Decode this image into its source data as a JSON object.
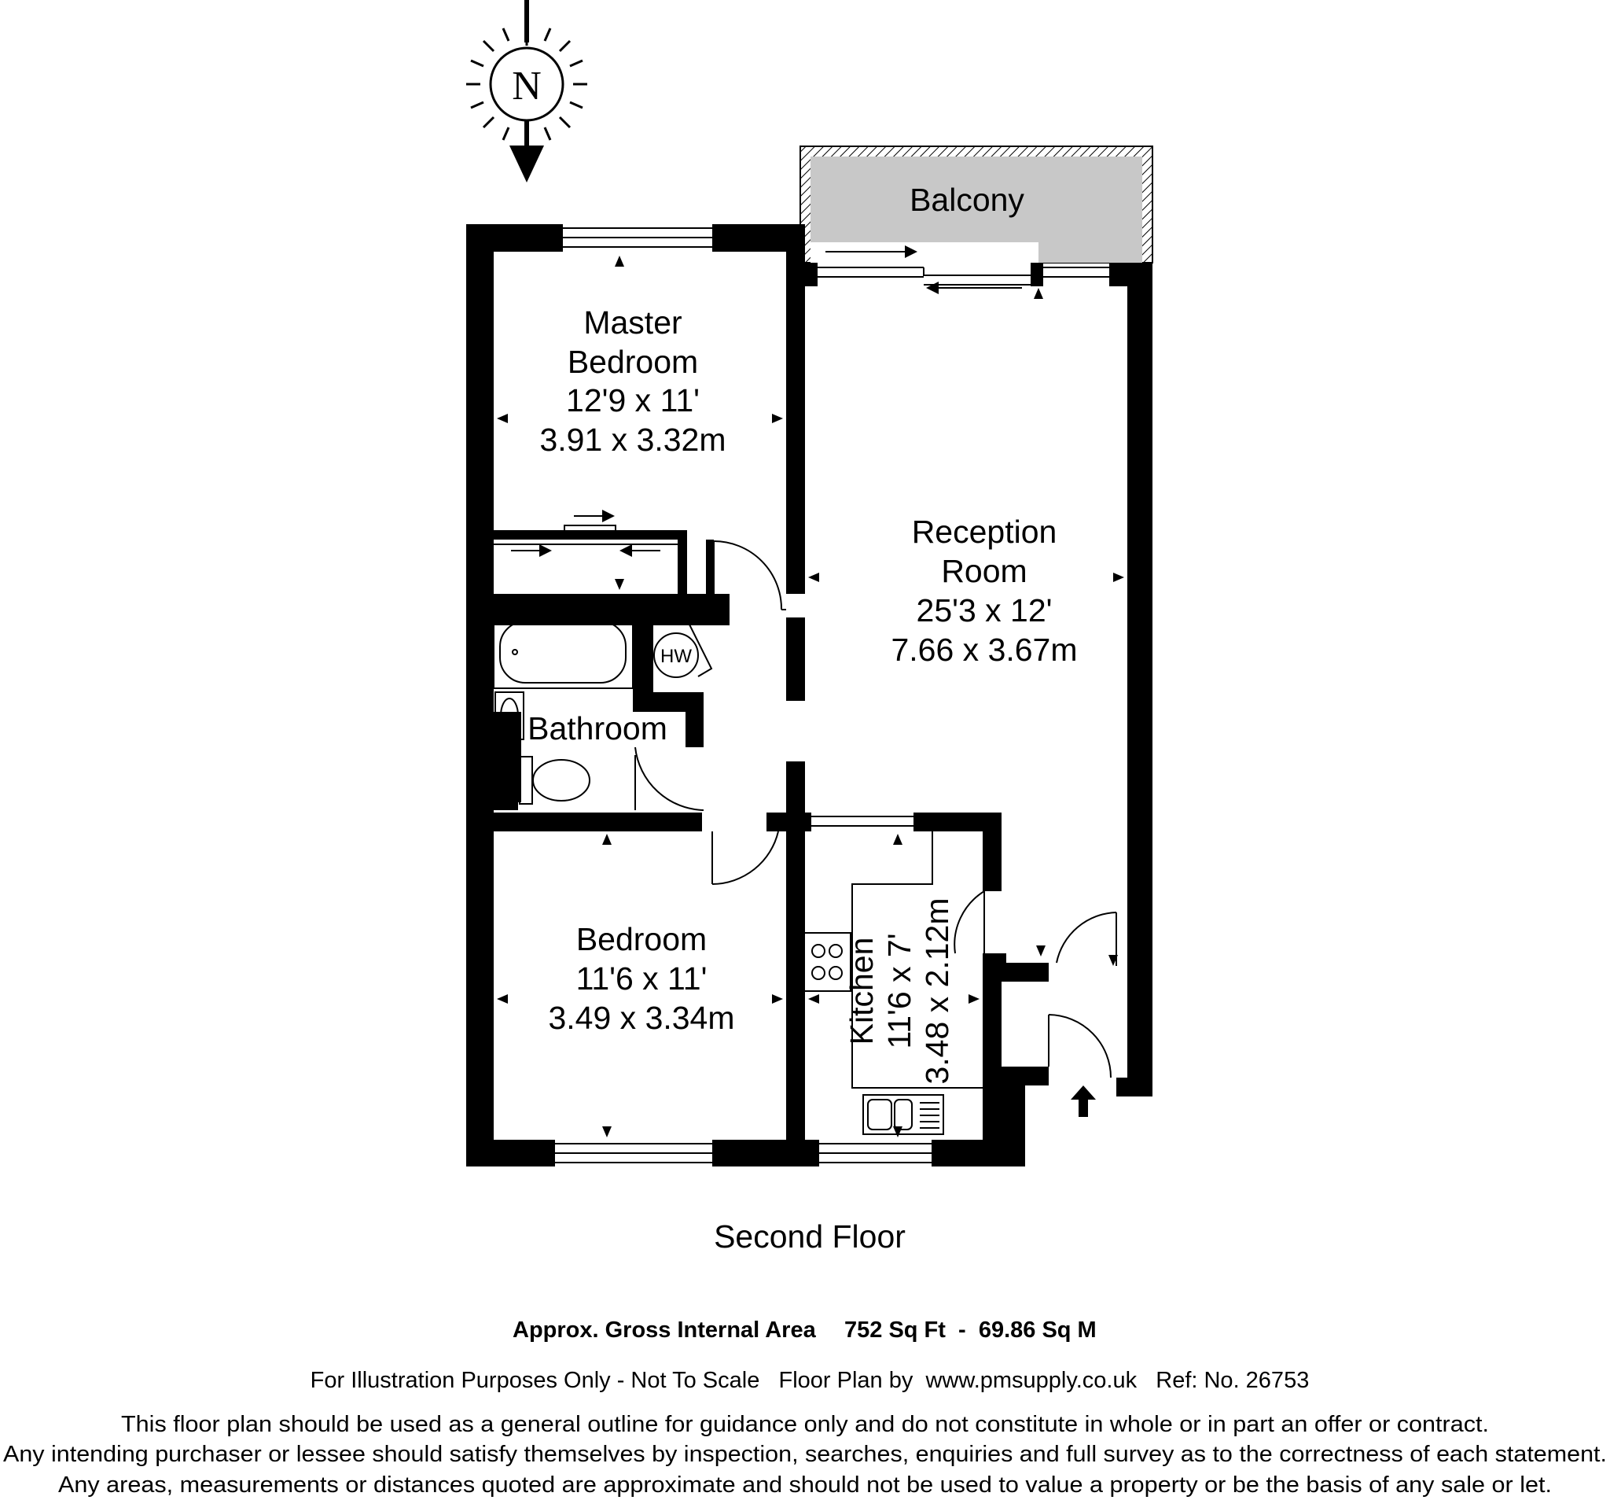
{
  "compass": {
    "letter": "N"
  },
  "rooms": {
    "balcony": {
      "name": "Balcony"
    },
    "master": {
      "line1": "Master",
      "line2": "Bedroom",
      "imperial": "12'9 x 11'",
      "metric": "3.91 x 3.32m"
    },
    "reception": {
      "line1": "Reception",
      "line2": "Room",
      "imperial": "25'3 x 12'",
      "metric": "7.66 x 3.67m"
    },
    "bathroom": {
      "name": "Bathroom"
    },
    "hw": {
      "name": "HW"
    },
    "bedroom": {
      "name": "Bedroom",
      "imperial": "11'6 x 11'",
      "metric": "3.49 x 3.34m"
    },
    "kitchen": {
      "name": "Kitchen",
      "imperial": "11'6 x 7'",
      "metric": "3.48 x 2.12m"
    }
  },
  "floor_label": "Second Floor",
  "area": {
    "label": "Approx. Gross Internal Area",
    "value": "752 Sq Ft  -  69.86 Sq M"
  },
  "credits": "For Illustration Purposes Only - Not To Scale   Floor Plan by  www.pmsupply.co.uk   Ref: No. 26753",
  "disclaimer": [
    "This floor plan should be used as a general outline for guidance only and do not constitute in whole or in part an offer or contract.",
    "Any intending purchaser or lessee should satisfy themselves by inspection, searches, enquiries and full survey as to the correctness of each statement.",
    "Any areas, measurements or distances quoted are approximate and should not be used to value a property or be the basis of any sale or let."
  ]
}
